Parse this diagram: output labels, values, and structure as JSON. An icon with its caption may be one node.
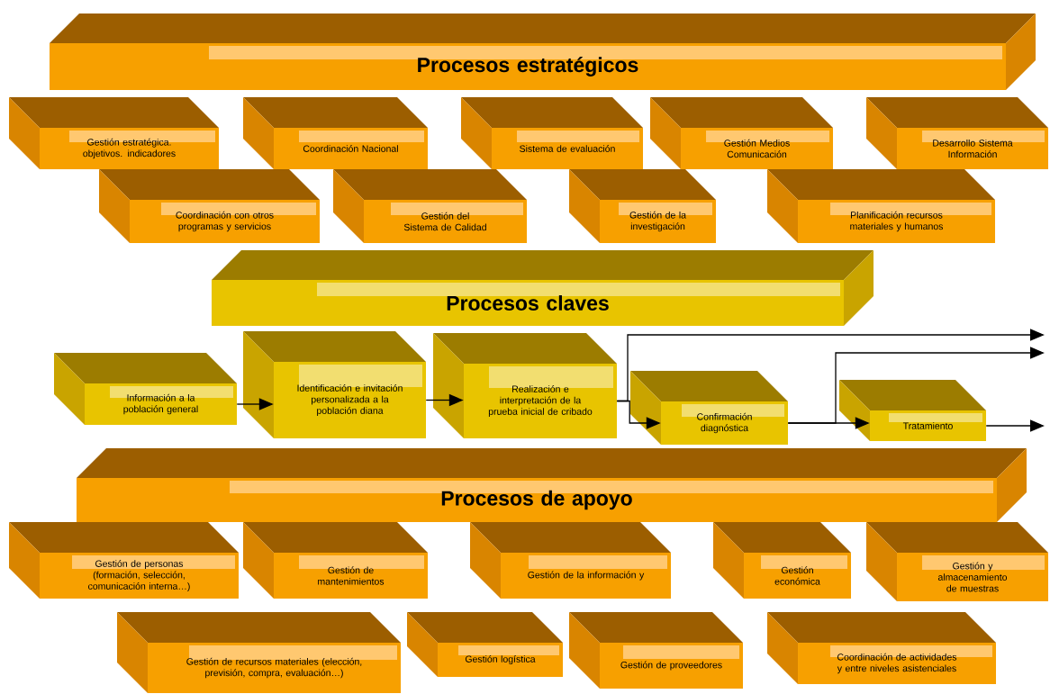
{
  "diagram": {
    "nodes": [
      {
        "text": [
          "Procesos estratégicos"
        ]
      },
      {
        "text": [
          "Gestión estratégica. objetivos. indicadores"
        ]
      },
      {
        "text": [
          "Coordinación Nacional"
        ]
      },
      {
        "text": [
          "Sistema de evaluación"
        ]
      },
      {
        "text": [
          "Gestión Medios Comunicación"
        ]
      },
      {
        "text": [
          "Desarrollo Sistema Información"
        ]
      },
      {
        "text": [
          "Coordinación con otros programas y servicios"
        ]
      },
      {
        "text": [
          "Gestión del Sistema de Calidad"
        ]
      },
      {
        "text": [
          "Gestión de la investigación"
        ]
      },
      {
        "text": [
          "Planificación recursos materiales y humanos"
        ]
      },
      {
        "text": [
          "Procesos claves"
        ]
      },
      {
        "text": [
          "Información a la población general"
        ]
      },
      {
        "text": [
          "Identificación e invitación personalizada a la población diana"
        ]
      },
      {
        "text": [
          "Realización e interpretación de la prueba inicial de cribado"
        ]
      },
      {
        "text": [
          "Confirmación diagnóstica"
        ]
      },
      {
        "text": [
          "Tratamiento"
        ]
      },
      {
        "text": [
          "Procesos de apoyo"
        ]
      },
      {
        "text": [
          "Gestión de personas (formación, selección, comunicación interna…)"
        ]
      },
      {
        "text": [
          "Gestión de mantenimientos"
        ]
      },
      {
        "text": [
          "Gestión de la información y"
        ]
      },
      {
        "text": [
          "Gestión económica"
        ]
      },
      {
        "text": [
          "Gestión y almacenamiento de muestras"
        ]
      },
      {
        "text": [
          "Gestión de recursos materiales (elección, previsión, compra, evaluación…)"
        ]
      },
      {
        "text": [
          "Gestión logística"
        ]
      },
      {
        "text": [
          "Gestión de proveedores"
        ]
      },
      {
        "text": [
          "Coordinación de actividades y entre niveles asistenciales"
        ]
      }
    ],
    "edges": [
      {
        "from": 11,
        "to": 12,
        "arrow": "to"
      },
      {
        "from": 12,
        "to": 13,
        "arrow": "to"
      },
      {
        "from": 13,
        "to": 14,
        "arrow": "to"
      },
      {
        "from": 13,
        "to": null,
        "arrow": "to"
      },
      {
        "from": 14,
        "to": 15,
        "arrow": "to"
      },
      {
        "from": 14,
        "to": null,
        "arrow": "to"
      },
      {
        "from": 15,
        "to": null,
        "arrow": "to"
      }
    ]
  }
}
